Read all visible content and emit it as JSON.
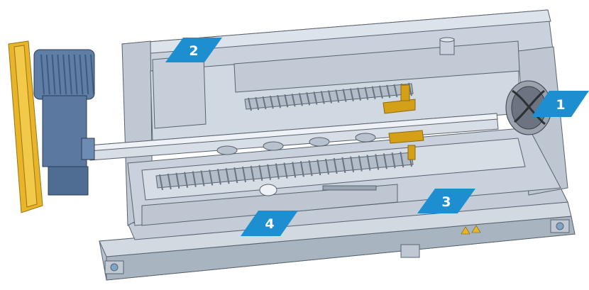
{
  "colors": {
    "frame": "#c9d2dc",
    "frame_dark": "#a9b4c1",
    "frame_light": "#dde3ea",
    "edge": "#59636f",
    "motor": "#5f7ea6",
    "motor_dark": "#3f5a7e",
    "belt_guard": "#e8b52a",
    "brass": "#d4a017",
    "callout": "#1d8fd1"
  },
  "callouts": [
    {
      "label": "1"
    },
    {
      "label": "2"
    },
    {
      "label": "3"
    },
    {
      "label": "4"
    }
  ]
}
